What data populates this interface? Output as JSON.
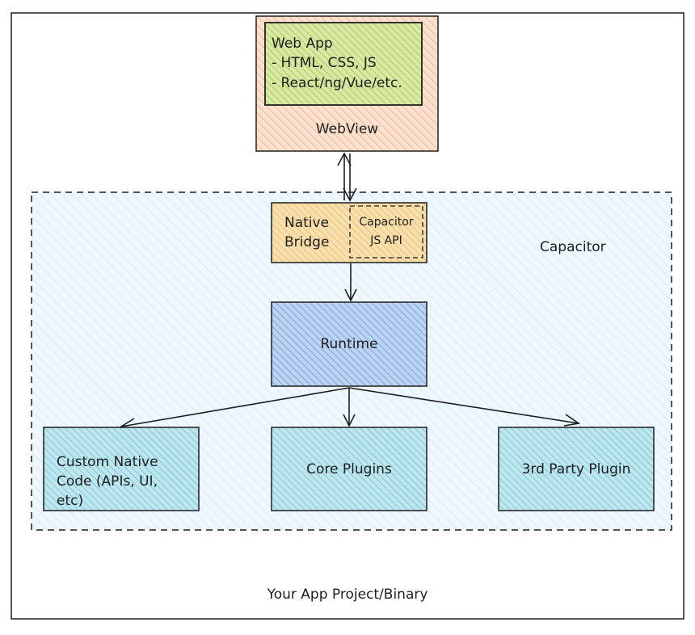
{
  "outer": {
    "label": "Your App Project/Binary"
  },
  "capacitor": {
    "label": "Capacitor"
  },
  "webview": {
    "label": "WebView",
    "webapp": {
      "title": "Web App",
      "lines": [
        "- HTML, CSS, JS",
        "- React/ng/Vue/etc."
      ]
    }
  },
  "bridge": {
    "native_lines": [
      "Native",
      "Bridge"
    ],
    "js_api_lines": [
      "Capacitor",
      "JS API"
    ]
  },
  "runtime": {
    "label": "Runtime"
  },
  "custom_native": {
    "lines": [
      "Custom Native",
      "Code (APIs, UI,",
      "etc)"
    ]
  },
  "core_plugins": {
    "label": "Core Plugins"
  },
  "third_party": {
    "label": "3rd Party Plugin"
  },
  "colors": {
    "webview_fill": "#fbe1cf",
    "webview_hatch": "#f0a77a",
    "webapp_fill": "#d9e8a4",
    "webapp_hatch": "#9bbf3a",
    "capacitor_fill": "#eaf5fc",
    "capacitor_hatch": "#c5e2f4",
    "bridge_fill": "#f8dfae",
    "bridge_hatch": "#e3b45c",
    "runtime_fill": "#bcd3f2",
    "runtime_hatch": "#5b8bd6",
    "plugin_fill": "#bfe6ee",
    "plugin_hatch": "#5ab9c9",
    "stroke": "#1e1e1e"
  }
}
